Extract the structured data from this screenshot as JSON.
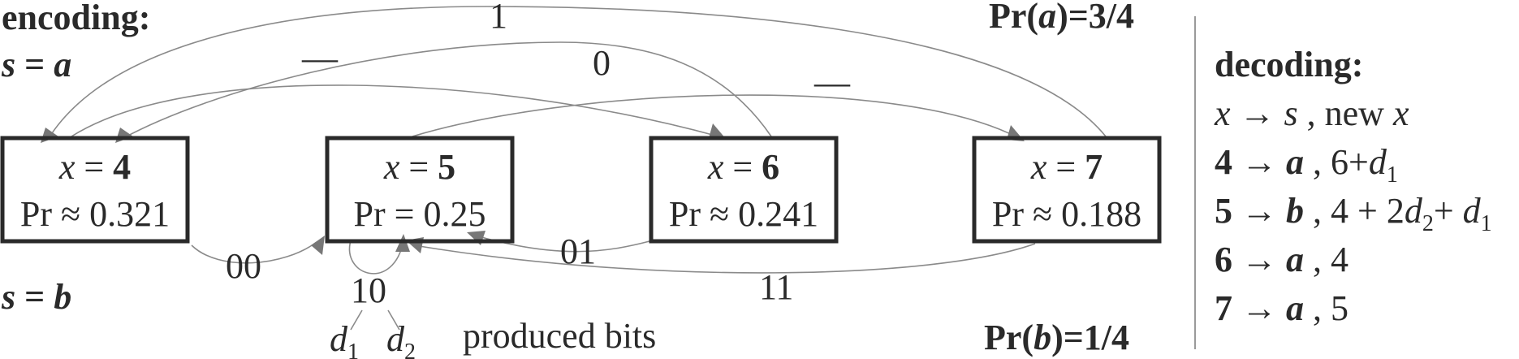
{
  "encoding": {
    "title": "encoding:",
    "case_a": {
      "s": "s",
      "eq": " = ",
      "sym": "a"
    },
    "case_b": {
      "s": "s",
      "eq": " = ",
      "sym": "b"
    },
    "prob_a": {
      "pre": "Pr(",
      "sym": "a",
      "post": ")=3/4"
    },
    "prob_b": {
      "pre": "Pr(",
      "sym": "b",
      "post": ")=1/4"
    }
  },
  "states": [
    {
      "x_var": "x",
      "eq": " = ",
      "value": "4",
      "prob": "Pr ≈ 0.321"
    },
    {
      "x_var": "x",
      "eq": " = ",
      "value": "5",
      "prob": "Pr = 0.25"
    },
    {
      "x_var": "x",
      "eq": " = ",
      "value": "6",
      "prob": "Pr ≈ 0.241"
    },
    {
      "x_var": "x",
      "eq": " = ",
      "value": "7",
      "prob": "Pr ≈ 0.188"
    }
  ],
  "transitions_a": [
    {
      "from": "4",
      "to": "6",
      "label": "—"
    },
    {
      "from": "5",
      "to": "7",
      "label": "—"
    },
    {
      "from": "6",
      "to": "4",
      "label": "0"
    },
    {
      "from": "7",
      "to": "4",
      "label": "1"
    }
  ],
  "transitions_b": [
    {
      "from": "4",
      "to": "5",
      "label": "00"
    },
    {
      "from": "5",
      "to": "5",
      "label": "10"
    },
    {
      "from": "6",
      "to": "5",
      "label": "01"
    },
    {
      "from": "7",
      "to": "5",
      "label": "11"
    }
  ],
  "bits_note": {
    "d": "d",
    "sub1": "1",
    "sub2": "2",
    "text": "produced bits"
  },
  "decoding": {
    "title": "decoding:",
    "header": {
      "x": "x",
      "arrow": " → ",
      "s": "s",
      "rest": " , new ",
      "x2": "x"
    },
    "rows": [
      {
        "state": "4",
        "arrow": " → ",
        "sym": "a",
        "sep": " , ",
        "expr": "6+",
        "d": "d",
        "sub": "1"
      },
      {
        "state": "5",
        "arrow": " → ",
        "sym": "b",
        "sep": " , ",
        "expr": "4 + 2",
        "d": "d",
        "sub": "2",
        "expr2": "+ ",
        "d2": "d",
        "sub2": "1"
      },
      {
        "state": "6",
        "arrow": " → ",
        "sym": "a",
        "sep": " , ",
        "expr": "4"
      },
      {
        "state": "7",
        "arrow": " → ",
        "sym": "a",
        "sep": " , ",
        "expr": "5"
      }
    ]
  },
  "colors": {
    "ink": "#2a2a2a",
    "edge": "#8a8a8a",
    "arrow": "#777777"
  }
}
